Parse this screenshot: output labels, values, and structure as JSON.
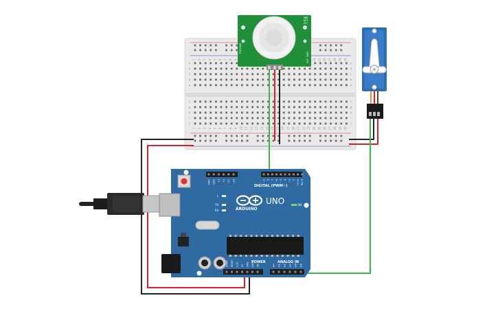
{
  "pir_sensor": {
    "side_label_left": "PIR/ELK",
    "side_label_right": "SCP 0807",
    "pin_labels": [
      "GND",
      "OUT",
      "VCC"
    ]
  },
  "arduino": {
    "model": "UNO",
    "brand": "ARDUINO",
    "digital_header_label": "DIGITAL (PWM~)",
    "power_label": "POWER",
    "analog_label": "ANALOG IN",
    "on_label": "ON",
    "tx_label": "TX",
    "rx_label": "RX",
    "l_label": "L",
    "top_pin_labels": [
      "AREF",
      "GND",
      "13",
      "12",
      "~11",
      "~10",
      "~9",
      "8",
      "7",
      "~6",
      "~5",
      "4",
      "~3",
      "2",
      "TX→1",
      "RX←0"
    ],
    "power_pin_labels": [
      "IOREF",
      "RESET",
      "3.3V",
      "5V",
      "GND",
      "GND",
      "Vin"
    ],
    "analog_pin_labels": [
      "A0",
      "A1",
      "A2",
      "A3",
      "A4",
      "A5"
    ]
  },
  "breadboard": {
    "column_numbers": [
      "1",
      "2",
      "3",
      "4",
      "5",
      "6",
      "7",
      "8",
      "9",
      "10",
      "11",
      "12",
      "13",
      "14",
      "15",
      "16",
      "17",
      "18",
      "19",
      "20",
      "21",
      "22",
      "23",
      "24",
      "25",
      "26",
      "27",
      "28",
      "29",
      "30"
    ],
    "row_letters_top": [
      "a",
      "b",
      "c",
      "d",
      "e"
    ],
    "row_letters_bottom": [
      "f",
      "g",
      "h",
      "i",
      "j"
    ]
  },
  "wire_colors": {
    "signal": "#3cb54a",
    "power": "#d81f26",
    "ground": "#222222",
    "servo_signal": "#f28c28",
    "servo_power": "#d81f26",
    "servo_ground": "#5a3a1a"
  },
  "colors": {
    "board_blue": "#2f6aa3",
    "pir_green": "#1f8f3a",
    "servo_blue": "#2e6db3",
    "breadboard": "#e9e9e9"
  }
}
